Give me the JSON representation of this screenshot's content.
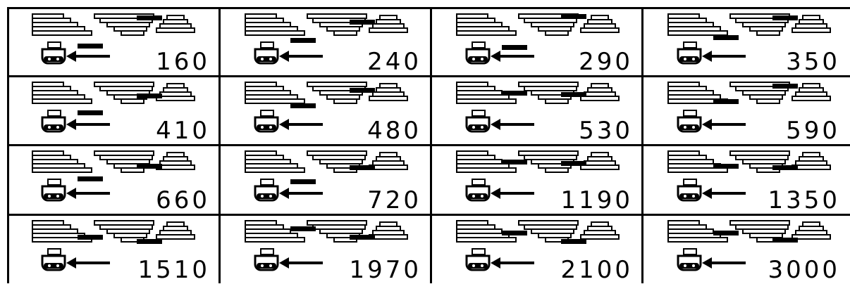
{
  "panels": [
    {
      "label": "160"
    },
    {
      "label": "240"
    },
    {
      "label": "290"
    },
    {
      "label": "350"
    },
    {
      "label": "410"
    },
    {
      "label": "480"
    },
    {
      "label": "530"
    },
    {
      "label": "590"
    },
    {
      "label": "660"
    },
    {
      "label": "720"
    },
    {
      "label": "1190"
    },
    {
      "label": "1350"
    },
    {
      "label": "1510"
    },
    {
      "label": "1970"
    },
    {
      "label": "2100"
    },
    {
      "label": "3000"
    }
  ]
}
